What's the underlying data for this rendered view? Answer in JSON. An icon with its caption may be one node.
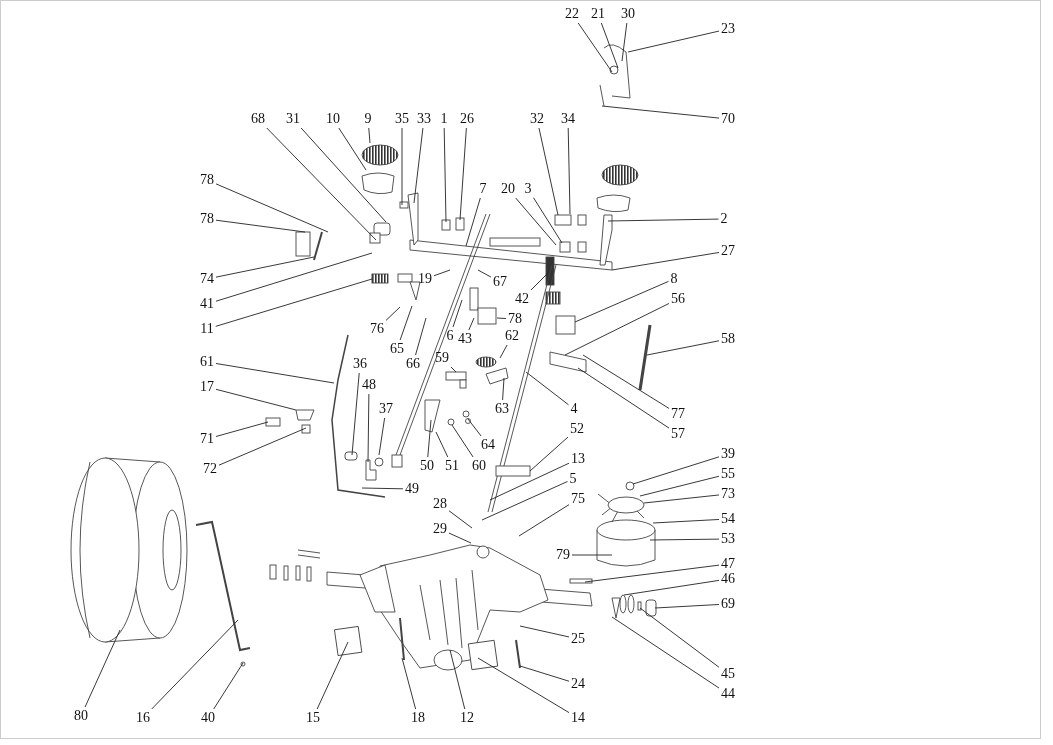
{
  "diagram": {
    "nodes": [
      {
        "text": [
          "22"
        ]
      },
      {
        "text": [
          "21"
        ]
      },
      {
        "text": [
          "30"
        ]
      },
      {
        "text": [
          "23"
        ]
      },
      {
        "text": [
          "70"
        ]
      },
      {
        "text": [
          "68"
        ]
      },
      {
        "text": [
          "31"
        ]
      },
      {
        "text": [
          "10"
        ]
      },
      {
        "text": [
          "9"
        ]
      },
      {
        "text": [
          "35"
        ]
      },
      {
        "text": [
          "33"
        ]
      },
      {
        "text": [
          "1"
        ]
      },
      {
        "text": [
          "26"
        ]
      },
      {
        "text": [
          "78"
        ]
      },
      {
        "text": [
          "78"
        ]
      },
      {
        "text": [
          "74"
        ]
      },
      {
        "text": [
          "41"
        ]
      },
      {
        "text": [
          "11"
        ]
      },
      {
        "text": [
          "7"
        ]
      },
      {
        "text": [
          "20"
        ]
      },
      {
        "text": [
          "3"
        ]
      },
      {
        "text": [
          "32"
        ]
      },
      {
        "text": [
          "34"
        ]
      },
      {
        "text": [
          "2"
        ]
      },
      {
        "text": [
          "27"
        ]
      },
      {
        "text": [
          "8"
        ]
      },
      {
        "text": [
          "56"
        ]
      },
      {
        "text": [
          "58"
        ]
      },
      {
        "text": [
          "77"
        ]
      },
      {
        "text": [
          "57"
        ]
      },
      {
        "text": [
          "42"
        ]
      },
      {
        "text": [
          "19"
        ]
      },
      {
        "text": [
          "67"
        ]
      },
      {
        "text": [
          "76"
        ]
      },
      {
        "text": [
          "65"
        ]
      },
      {
        "text": [
          "66"
        ]
      },
      {
        "text": [
          "6"
        ]
      },
      {
        "text": [
          "43"
        ]
      },
      {
        "text": [
          "78"
        ]
      },
      {
        "text": [
          "62"
        ]
      },
      {
        "text": [
          "59"
        ]
      },
      {
        "text": [
          "63"
        ]
      },
      {
        "text": [
          "4"
        ]
      },
      {
        "text": [
          "52"
        ]
      },
      {
        "text": [
          "13"
        ]
      },
      {
        "text": [
          "5"
        ]
      },
      {
        "text": [
          "28"
        ]
      },
      {
        "text": [
          "29"
        ]
      },
      {
        "text": [
          "75"
        ]
      },
      {
        "text": [
          "64"
        ]
      },
      {
        "text": [
          "60"
        ]
      },
      {
        "text": [
          "51"
        ]
      },
      {
        "text": [
          "50"
        ]
      },
      {
        "text": [
          "36"
        ]
      },
      {
        "text": [
          "48"
        ]
      },
      {
        "text": [
          "37"
        ]
      },
      {
        "text": [
          "49"
        ]
      },
      {
        "text": [
          "61"
        ]
      },
      {
        "text": [
          "17"
        ]
      },
      {
        "text": [
          "71"
        ]
      },
      {
        "text": [
          "72"
        ]
      },
      {
        "text": [
          "39"
        ]
      },
      {
        "text": [
          "55"
        ]
      },
      {
        "text": [
          "73"
        ]
      },
      {
        "text": [
          "54"
        ]
      },
      {
        "text": [
          "53"
        ]
      },
      {
        "text": [
          "79"
        ]
      },
      {
        "text": [
          "47"
        ]
      },
      {
        "text": [
          "46"
        ]
      },
      {
        "text": [
          "69"
        ]
      },
      {
        "text": [
          "45"
        ]
      },
      {
        "text": [
          "44"
        ]
      },
      {
        "text": [
          "25"
        ]
      },
      {
        "text": [
          "24"
        ]
      },
      {
        "text": [
          "14"
        ]
      },
      {
        "text": [
          "12"
        ]
      },
      {
        "text": [
          "18"
        ]
      },
      {
        "text": [
          "15"
        ]
      },
      {
        "text": [
          "16"
        ]
      },
      {
        "text": [
          "40"
        ]
      },
      {
        "text": [
          "80"
        ]
      }
    ],
    "edges": [
      {
        "from": 0,
        "to": null,
        "arrow": "none"
      },
      {
        "from": 1,
        "to": null,
        "arrow": "none"
      },
      {
        "from": 2,
        "to": null,
        "arrow": "none"
      },
      {
        "from": 3,
        "to": null,
        "arrow": "none"
      },
      {
        "from": 4,
        "to": null,
        "arrow": "none"
      },
      {
        "from": 5,
        "to": null,
        "arrow": "none"
      },
      {
        "from": 6,
        "to": null,
        "arrow": "none"
      },
      {
        "from": 7,
        "to": null,
        "arrow": "none"
      },
      {
        "from": 8,
        "to": null,
        "arrow": "none"
      },
      {
        "from": 9,
        "to": null,
        "arrow": "none"
      },
      {
        "from": 10,
        "to": null,
        "arrow": "none"
      },
      {
        "from": 11,
        "to": null,
        "arrow": "none"
      },
      {
        "from": 12,
        "to": null,
        "arrow": "none"
      },
      {
        "from": 13,
        "to": null,
        "arrow": "none"
      },
      {
        "from": 14,
        "to": null,
        "arrow": "none"
      },
      {
        "from": 15,
        "to": null,
        "arrow": "none"
      },
      {
        "from": 16,
        "to": null,
        "arrow": "none"
      },
      {
        "from": 17,
        "to": null,
        "arrow": "none"
      },
      {
        "from": 18,
        "to": null,
        "arrow": "none"
      },
      {
        "from": 19,
        "to": null,
        "arrow": "none"
      },
      {
        "from": 20,
        "to": null,
        "arrow": "none"
      },
      {
        "from": 21,
        "to": null,
        "arrow": "none"
      },
      {
        "from": 22,
        "to": null,
        "arrow": "none"
      },
      {
        "from": 23,
        "to": null,
        "arrow": "none"
      },
      {
        "from": 24,
        "to": null,
        "arrow": "none"
      },
      {
        "from": 25,
        "to": null,
        "arrow": "none"
      },
      {
        "from": 26,
        "to": null,
        "arrow": "none"
      },
      {
        "from": 27,
        "to": null,
        "arrow": "none"
      },
      {
        "from": 28,
        "to": null,
        "arrow": "none"
      },
      {
        "from": 29,
        "to": null,
        "arrow": "none"
      },
      {
        "from": 30,
        "to": null,
        "arrow": "none"
      },
      {
        "from": 31,
        "to": null,
        "arrow": "none"
      },
      {
        "from": 32,
        "to": null,
        "arrow": "none"
      },
      {
        "from": 33,
        "to": null,
        "arrow": "none"
      },
      {
        "from": 34,
        "to": null,
        "arrow": "none"
      },
      {
        "from": 35,
        "to": null,
        "arrow": "none"
      },
      {
        "from": 36,
        "to": null,
        "arrow": "none"
      },
      {
        "from": 37,
        "to": null,
        "arrow": "none"
      },
      {
        "from": 38,
        "to": null,
        "arrow": "none"
      },
      {
        "from": 39,
        "to": null,
        "arrow": "none"
      },
      {
        "from": 40,
        "to": null,
        "arrow": "none"
      },
      {
        "from": 41,
        "to": null,
        "arrow": "none"
      },
      {
        "from": 42,
        "to": null,
        "arrow": "none"
      },
      {
        "from": 43,
        "to": null,
        "arrow": "none"
      },
      {
        "from": 44,
        "to": null,
        "arrow": "none"
      },
      {
        "from": 45,
        "to": null,
        "arrow": "none"
      },
      {
        "from": 46,
        "to": null,
        "arrow": "none"
      },
      {
        "from": 47,
        "to": null,
        "arrow": "none"
      },
      {
        "from": 48,
        "to": null,
        "arrow": "none"
      },
      {
        "from": 49,
        "to": null,
        "arrow": "none"
      },
      {
        "from": 50,
        "to": null,
        "arrow": "none"
      },
      {
        "from": 51,
        "to": null,
        "arrow": "none"
      },
      {
        "from": 52,
        "to": null,
        "arrow": "none"
      },
      {
        "from": 53,
        "to": null,
        "arrow": "none"
      },
      {
        "from": 54,
        "to": null,
        "arrow": "none"
      },
      {
        "from": 55,
        "to": null,
        "arrow": "none"
      },
      {
        "from": 56,
        "to": null,
        "arrow": "none"
      },
      {
        "from": 57,
        "to": null,
        "arrow": "none"
      },
      {
        "from": 58,
        "to": null,
        "arrow": "none"
      },
      {
        "from": 59,
        "to": null,
        "arrow": "none"
      },
      {
        "from": 60,
        "to": null,
        "arrow": "none"
      },
      {
        "from": 61,
        "to": null,
        "arrow": "none"
      },
      {
        "from": 62,
        "to": null,
        "arrow": "none"
      },
      {
        "from": 63,
        "to": null,
        "arrow": "none"
      },
      {
        "from": 64,
        "to": null,
        "arrow": "none"
      },
      {
        "from": 65,
        "to": null,
        "arrow": "none"
      },
      {
        "from": 66,
        "to": null,
        "arrow": "none"
      },
      {
        "from": 67,
        "to": null,
        "arrow": "none"
      },
      {
        "from": 68,
        "to": null,
        "arrow": "none"
      },
      {
        "from": 69,
        "to": null,
        "arrow": "none"
      },
      {
        "from": 70,
        "to": null,
        "arrow": "none"
      },
      {
        "from": 71,
        "to": null,
        "arrow": "none"
      },
      {
        "from": 72,
        "to": null,
        "arrow": "none"
      },
      {
        "from": 73,
        "to": null,
        "arrow": "none"
      },
      {
        "from": 74,
        "to": null,
        "arrow": "none"
      },
      {
        "from": 75,
        "to": null,
        "arrow": "none"
      },
      {
        "from": 76,
        "to": null,
        "arrow": "none"
      },
      {
        "from": 77,
        "to": null,
        "arrow": "none"
      },
      {
        "from": 78,
        "to": null,
        "arrow": "none"
      },
      {
        "from": 79,
        "to": null,
        "arrow": "none"
      },
      {
        "from": 80,
        "to": null,
        "arrow": "none"
      }
    ]
  }
}
